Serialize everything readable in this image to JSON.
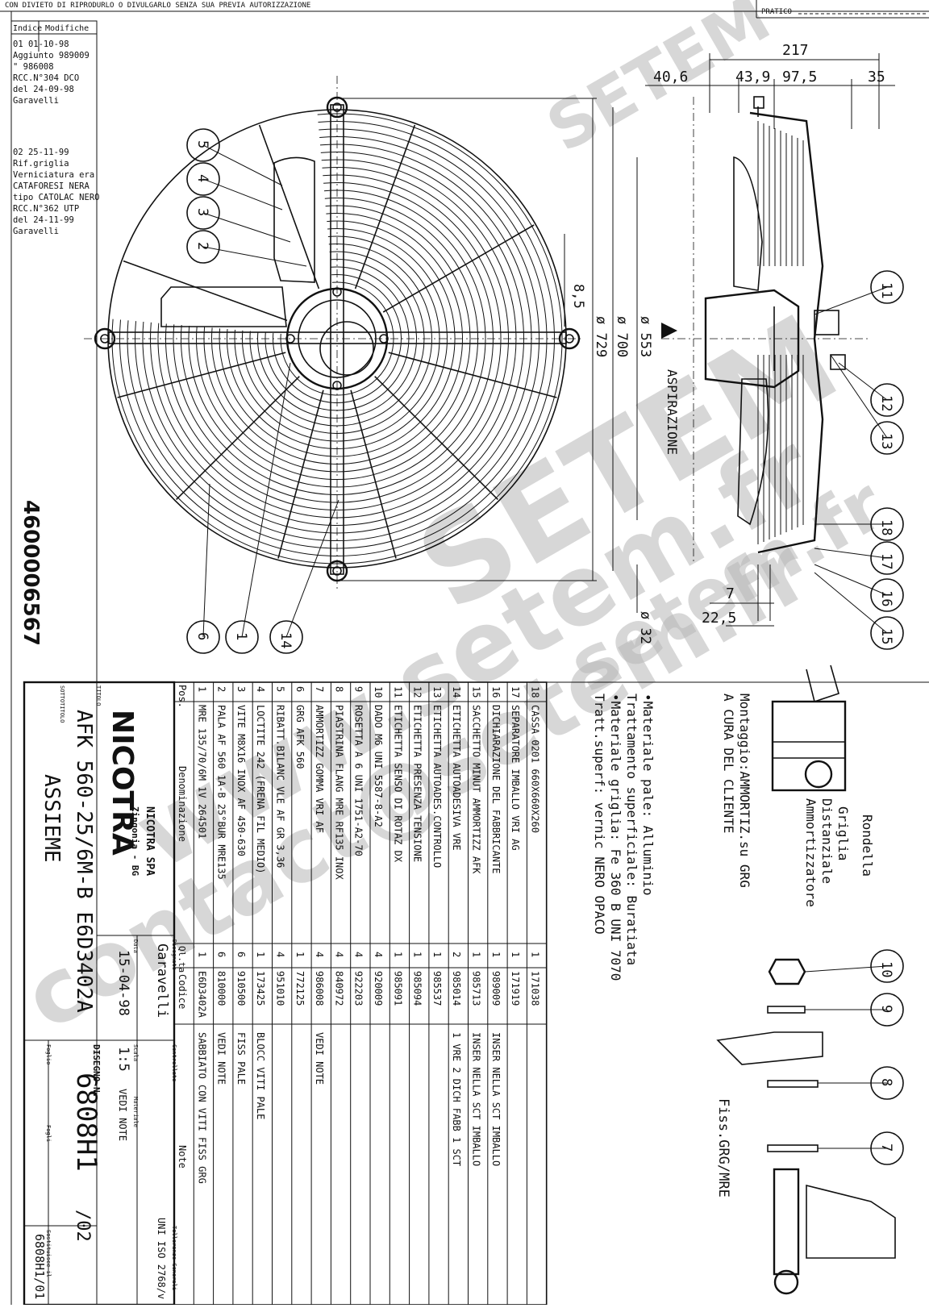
{
  "header": {
    "copyright_notice": "CON DIVIETO DI RIPRODURLO O DIVULGARLO SENZA SUA PREVIA AUTORIZZAZIONE",
    "pratico_label": "PRATICO"
  },
  "revisions": {
    "col_index": "Indice",
    "col_changes": "Modifiche",
    "rev1": [
      "01    01-10-98",
      "Aggiunto 989009",
      "   \"     986008",
      "RCC.N°304   DCO",
      "del 24-09-98",
      "Garavelli"
    ],
    "rev2": [
      "02   25-11-99",
      "Rif.griglia",
      "Verniciatura era",
      "CATAFORESI NERA",
      "tipo CATOLAC NERO",
      "RCC.N°362   UTP",
      "del 24-11-99",
      "Garavelli"
    ]
  },
  "part_number_vertical": "4600006567",
  "dimensions": {
    "d217": "217",
    "d40_6": "40,6",
    "d43_9": "43,9",
    "d97_5": "97,5",
    "d35": "35",
    "d8_5": "8,5",
    "d729": "ø 729",
    "d700": "ø 700",
    "d553": "ø 553",
    "d32": "ø 32",
    "d7": "7",
    "d22_5": "22,5",
    "aspirazione": "ASPIRAZIONE"
  },
  "balloons": {
    "front": [
      "5",
      "4",
      "3",
      "2",
      "6",
      "1",
      "14"
    ],
    "side": [
      "11",
      "12",
      "13",
      "18",
      "17",
      "16",
      "15"
    ],
    "detail": [
      "10",
      "9",
      "8",
      "7"
    ]
  },
  "notes": {
    "materials": [
      "•Materiale pale: Alluminio",
      " Trattamento superficiale: Buratiata",
      "•Materiale griglia: Fe 360 B  UNI 7070",
      " Tratt.superf: vernic NERO OPACO"
    ],
    "montaggio": [
      "Montaggio:AMMORTIZ.su GRG",
      "A CURA DEL CLIENTE"
    ],
    "labels": [
      "Rondella",
      "Griglia",
      "Distanziale",
      "Ammortizzatore"
    ],
    "fiss_label": "Fiss.GRG/MRE"
  },
  "bom": {
    "headers": [
      "Pos.",
      "Denominazione",
      "Ql.ta",
      "Codice",
      "Note"
    ],
    "rows": [
      [
        "18",
        "CASSA 0201 660X660X260",
        "1",
        "171038",
        ""
      ],
      [
        "17",
        "SEPARATORE IMBALLO VRI AG",
        "1",
        "171919",
        ""
      ],
      [
        "16",
        "DICHIARAZIONE DEL FABBRICANTE",
        "1",
        "989009",
        "INSER NELLA SCT IMBALLO"
      ],
      [
        "15",
        "SACCHETTO MINUT AMMORTIZZ AFK",
        "1",
        "985713",
        "INSER NELLA SCT IMBALLO"
      ],
      [
        "14",
        "ETICHETTA AUTOADESIVA VRE",
        "2",
        "985014",
        "1 VRE 2 DICH FABB 1 SCT"
      ],
      [
        "13",
        "ETICHETTA AUTOADES.CONTROLLO",
        "1",
        "985537",
        ""
      ],
      [
        "12",
        "ETICHETTA PRESENZA TENSIONE",
        "1",
        "985094",
        ""
      ],
      [
        "11",
        "ETICHETTA SENSO DI ROTAZ DX",
        "1",
        "985091",
        ""
      ],
      [
        "10",
        "DADO M6 UNI 5587-8-A2",
        "4",
        "920009",
        ""
      ],
      [
        "9",
        "ROSETTA A 6 UNI 1751-A2-70",
        "4",
        "922203",
        ""
      ],
      [
        "8",
        "PIASTRINA FLANG MRE RF135 INOX",
        "4",
        "840972",
        ""
      ],
      [
        "7",
        "AMMORTIZZ GOMMA VRI AF",
        "4",
        "986008",
        "VEDI NOTE"
      ],
      [
        "6",
        "GRG AFK 560",
        "1",
        "772125",
        ""
      ],
      [
        "5",
        "RIBATT.BILANC VLE AF GR 3,36",
        "4",
        "951010",
        ""
      ],
      [
        "4",
        "LOCTITE 242 (FRENA FIL MEDIO)",
        "1",
        "173425",
        "BLOCC VITI PALE"
      ],
      [
        "3",
        "VITE M8X16 INOX AF 450-630",
        "6",
        "910500",
        "FISS PALE"
      ],
      [
        "2",
        "PALA AF 560 1A-B 25°BUR MRE135",
        "6",
        "810000",
        "VEDI NOTE"
      ],
      [
        "1",
        "MRE 135/70/6M 1V 264501",
        "1",
        "E6D3402A",
        "SABBIATO CON VITI FISS GRG"
      ]
    ]
  },
  "title_block": {
    "company_logo": "NICOTRA",
    "company_name": "NICOTRA  SPA",
    "company_city": "Zingonia - BG",
    "titolo_label": "TITOLO",
    "sottotitolo_label": "SOTTOTITOLO",
    "title": "AFK 560-25/6M-B E6D3402A",
    "subtitle": "ASSIEME",
    "disegnato_label": "Disegnato",
    "disegnato": "Garavelli",
    "controllato_label": "Controllato",
    "tolleranze_label": "Tolleranze Generali",
    "tolleranze": "UNI ISO 2768/v",
    "data_label": "Data",
    "data": "15-04-98",
    "scala_label": "Scala",
    "scala": "1:5",
    "materiale_label": "Materiale",
    "materiale": "VEDI NOTE",
    "disegno_label": "DISEGNO N.",
    "disegno_number": "6808H1",
    "revision": "/02",
    "foglio_label": "Foglio",
    "fogli_label": "Fogli",
    "sostituisce_label": "Sostituisce il",
    "sostituisce": "6808H1/01"
  },
  "watermarks": [
    "www.setem.fr",
    "SETEM",
    "contact@setem.fr",
    "setem.fr",
    "SETEM"
  ]
}
